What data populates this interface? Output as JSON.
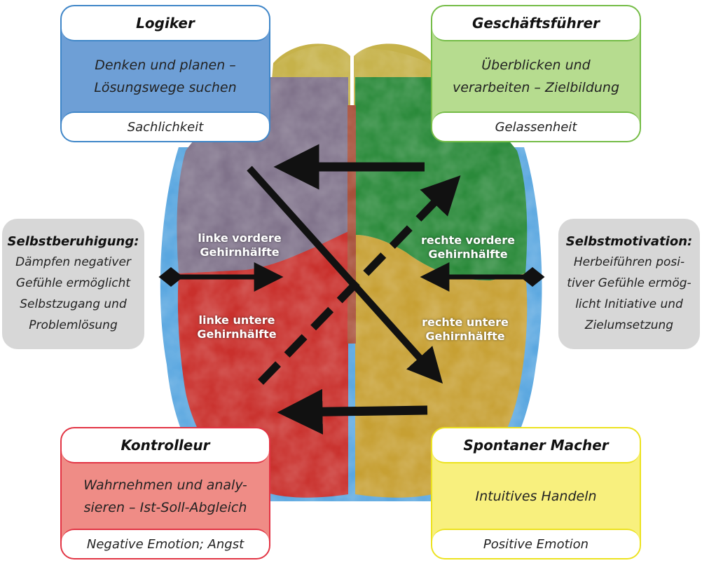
{
  "quadrants": {
    "logiker": {
      "title": "Logiker",
      "body": "Denken und planen –\nLösungswege suchen",
      "footer": "Sachlichkeit",
      "color": "#6e9fd6"
    },
    "geschaeftsfuehrer": {
      "title": "Geschäftsführer",
      "body": "Überblicken und\nverarbeiten – Zielbildung",
      "footer": "Gelassenheit",
      "color": "#b6dc8f"
    },
    "kontrolleur": {
      "title": "Kontrolleur",
      "body": "Wahrnehmen und analy-\nsieren – Ist-Soll-Abgleich",
      "footer": "Negative Emotion; Angst",
      "color": "#ef8c86"
    },
    "spontaner_macher": {
      "title": "Spontaner Macher",
      "body": "Intuitives Handeln",
      "footer": "Positive Emotion",
      "color": "#f8f07e"
    }
  },
  "side_boxes": {
    "left": {
      "title": "Selbstberuhigung:",
      "body": "Dämpfen negativer\nGefühle ermöglicht\nSelbstzugang und\nProblemlösung"
    },
    "right": {
      "title": "Selbstmotivation:",
      "body": "Herbeiführen posi-\ntiver Gefühle ermög-\nlicht Initiative und\nZielumsetzung"
    }
  },
  "brain_regions": {
    "left_front": "linke vordere\nGehirnhälfte",
    "right_front": "rechte vordere\nGehirnhälfte",
    "left_lower": "linke untere\nGehirnhälfte",
    "right_lower": "rechte untere\nGehirnhälfte"
  },
  "region_colors": {
    "left_front": "#7f728a",
    "right_front": "#2a8a3a",
    "left_lower": "#c9302c",
    "right_lower": "#c7a033",
    "frontal_tip": "#c6b24a",
    "edge": "#5aa7e0"
  }
}
